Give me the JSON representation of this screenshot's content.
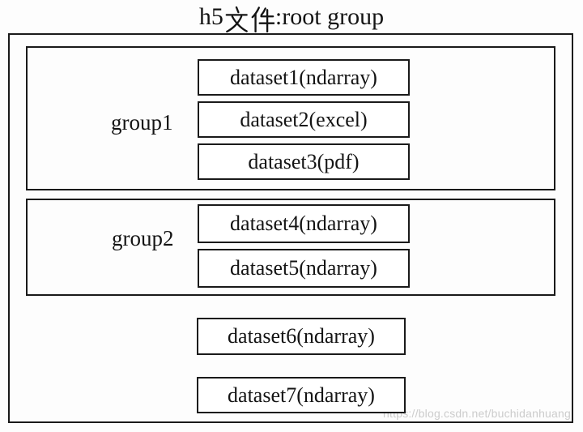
{
  "diagram": {
    "title": {
      "full": "h5文件:root group",
      "prefix": "h5",
      "cjk": "文件",
      "suffix": ":root group"
    },
    "groups": [
      {
        "label": "group1",
        "datasets": [
          "dataset1(ndarray)",
          "dataset2(excel)",
          "dataset3(pdf)"
        ]
      },
      {
        "label": "group2",
        "datasets": [
          "dataset4(ndarray)",
          "dataset5(ndarray)"
        ]
      }
    ],
    "root_datasets": [
      "dataset6(ndarray)",
      "dataset7(ndarray)"
    ]
  },
  "watermark": {
    "text": "https://blog.csdn.net/buchidanhuang"
  },
  "colors": {
    "border": "#1a1a1a",
    "text": "#141414",
    "background": "#fdfdfd",
    "watermark": "#cccccc"
  }
}
